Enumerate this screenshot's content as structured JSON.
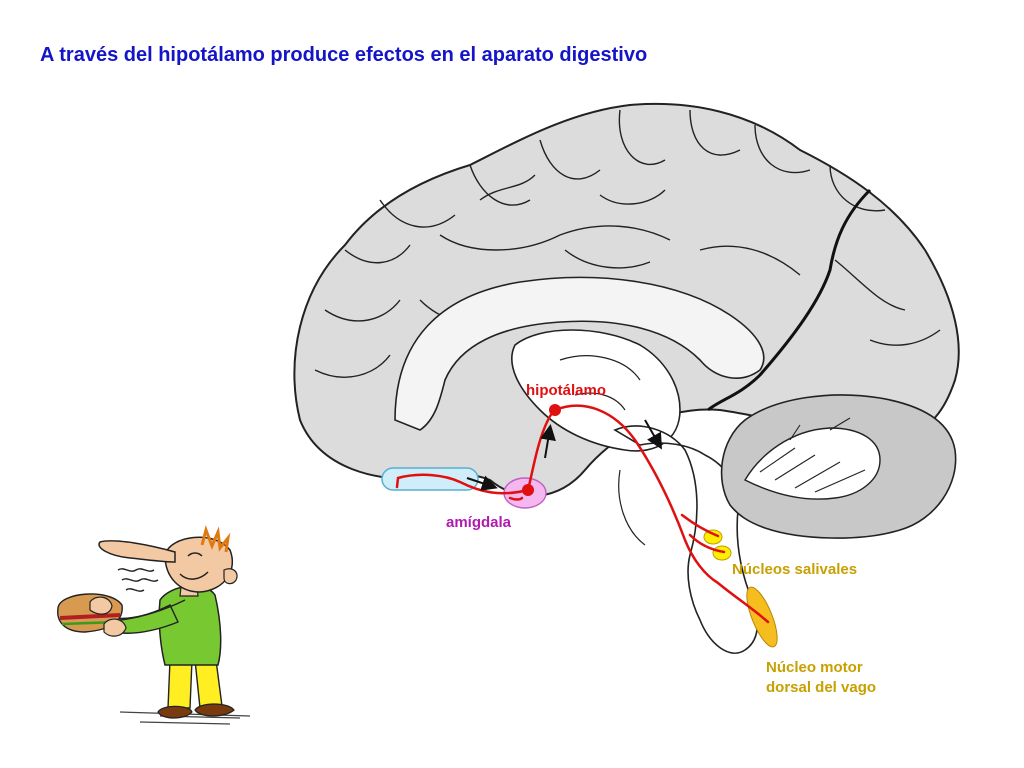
{
  "title": "A través del hipotálamo produce efectos en el aparato digestivo",
  "labels": {
    "hipotalamo": "hipotálamo",
    "amigdala": "amígdala",
    "nucleos_salivales": "Núcleos salivales",
    "nucleo_motor_line1": "Núcleo motor",
    "nucleo_motor_line2": "dorsal del vago"
  },
  "colors": {
    "title": "#1414c8",
    "pathway": "#e01010",
    "amygdala_label": "#b01ab0",
    "nuclei": "#c8a000",
    "brain_fill": "#dcdcdc",
    "cerebellum_fill": "#c8c8c8"
  }
}
